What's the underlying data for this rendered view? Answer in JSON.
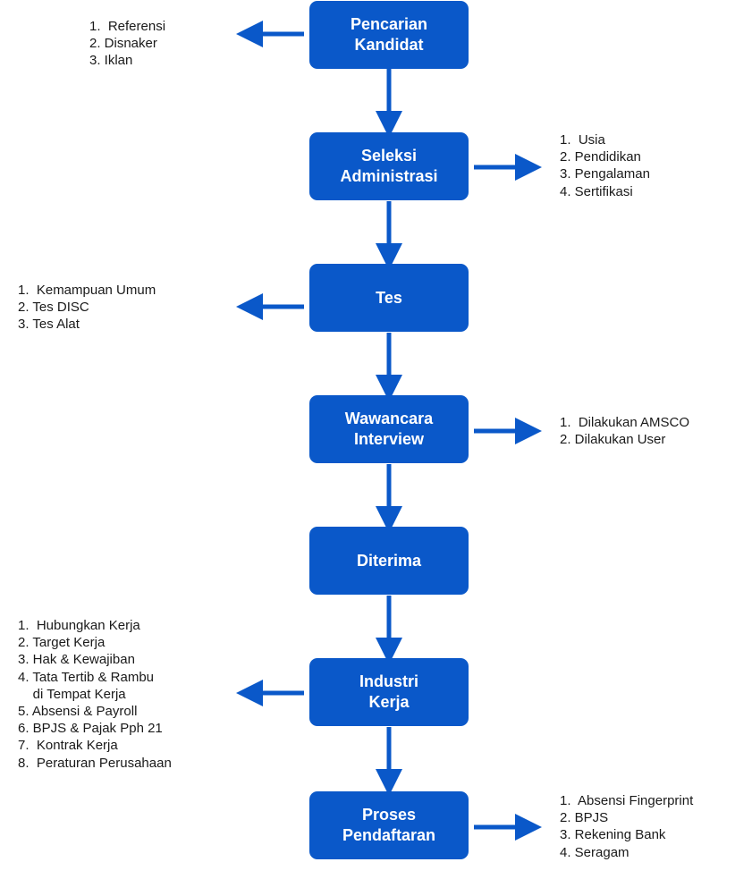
{
  "colors": {
    "box_fill": "#0a58c9",
    "arrow": "#0a58c9",
    "box_text": "#ffffff",
    "note_text": "#1a1a1a"
  },
  "steps": [
    {
      "label": "Pencarian\nKandidat",
      "side": "left"
    },
    {
      "label": "Seleksi\nAdministrasi",
      "side": "right"
    },
    {
      "label": "Tes",
      "side": "left"
    },
    {
      "label": "Wawancara\nInterview",
      "side": "right"
    },
    {
      "label": "Diterima",
      "side": "none"
    },
    {
      "label": "Industri\nKerja",
      "side": "left"
    },
    {
      "label": "Proses\nPendaftaran",
      "side": "right"
    }
  ],
  "notes": {
    "pencarian": [
      "1.  Referensi",
      "2. Disnaker",
      "3. Iklan"
    ],
    "seleksi": [
      "1.  Usia",
      "2. Pendidikan",
      "3. Pengalaman",
      "4. Sertifikasi"
    ],
    "tes": [
      "1.  Kemampuan Umum",
      "2. Tes DISC",
      "3. Tes Alat"
    ],
    "wawancara": [
      "1.  Dilakukan AMSCO",
      "2. Dilakukan User"
    ],
    "industri": [
      "1.  Hubungkan Kerja",
      "2. Target Kerja",
      "3. Hak & Kewajiban",
      "4. Tata Tertib & Rambu",
      "    di Tempat Kerja",
      "5. Absensi & Payroll",
      "6. BPJS & Pajak Pph 21",
      "7.  Kontrak Kerja",
      "8.  Peraturan Perusahaan"
    ],
    "pendaftaran": [
      "1.  Absensi Fingerprint",
      "2. BPJS",
      "3. Rekening Bank",
      "4. Seragam"
    ]
  }
}
